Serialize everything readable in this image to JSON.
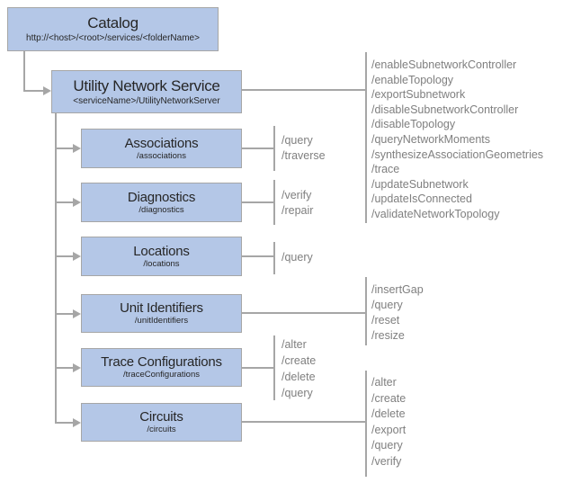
{
  "palette": {
    "box_fill": "#b4c7e7",
    "box_border": "#a6a6a6",
    "connector": "#a6a6a6",
    "operation_text": "#7f7f7f",
    "box_text": "#262626",
    "background": "#ffffff"
  },
  "catalog": {
    "title": "Catalog",
    "subtitle": "http://<host>/<root>/services/<folderName>"
  },
  "service": {
    "title": "Utility Network Service",
    "subtitle": "<serviceName>/UtilityNetworkServer",
    "operations": [
      "/enableSubnetworkController",
      "/enableTopology",
      "/exportSubnetwork",
      "/disableSubnetworkController",
      "/disableTopology",
      "/queryNetworkMoments",
      "/synthesizeAssociationGeometries",
      "/trace",
      "/updateSubnetwork",
      "/updateIsConnected",
      "/validateNetworkTopology"
    ]
  },
  "resources": [
    {
      "title": "Associations",
      "path": "/associations",
      "operations": [
        "/query",
        "/traverse"
      ]
    },
    {
      "title": "Diagnostics",
      "path": "/diagnostics",
      "operations": [
        "/verify",
        "/repair"
      ]
    },
    {
      "title": "Locations",
      "path": "/locations",
      "operations": [
        "/query"
      ]
    },
    {
      "title": "Unit Identifiers",
      "path": "/unitIdentifiers",
      "operations": [
        "/insertGap",
        "/query",
        "/reset",
        "/resize"
      ]
    },
    {
      "title": "Trace Configurations",
      "path": "/traceConfigurations",
      "operations": [
        "/alter",
        "/create",
        "/delete",
        "/query"
      ]
    },
    {
      "title": "Circuits",
      "path": "/circuits",
      "operations": [
        "/alter",
        "/create",
        "/delete",
        "/export",
        "/query",
        "/verify"
      ]
    }
  ]
}
